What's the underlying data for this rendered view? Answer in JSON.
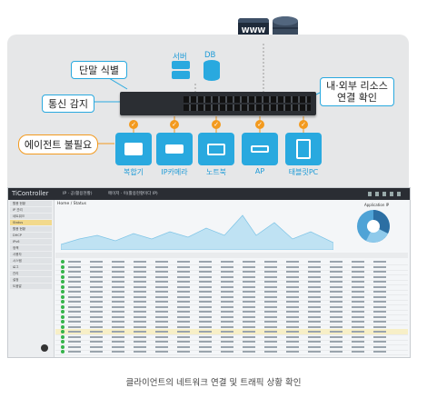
{
  "diagram": {
    "callouts": {
      "terminal_id": "단말 식별",
      "comm_detect": "통신 감지",
      "agent_free": "에이전트 불필요",
      "resource_check": "내·외부 리소스\n연결 확인"
    },
    "server_labels": {
      "server": "서버",
      "db": "DB"
    },
    "top_icons": {
      "www": "WWW"
    },
    "devices": [
      {
        "label": "복합기"
      },
      {
        "label": "IP카메라"
      },
      {
        "label": "노트북"
      },
      {
        "label": "AP"
      },
      {
        "label": "태블릿PC"
      }
    ]
  },
  "screenshot": {
    "brand": "TiController",
    "nav1": "IP · 공(활용현황)",
    "nav2": "메이저 · 이(활용현황이다 IP)",
    "breadcrumb": "Home / Status",
    "chart_label": "Application IP",
    "sidebar_items": [
      "활용 현황",
      "IP 관리",
      "네트워크",
      "Status",
      "활용 현황",
      "DHCP",
      "IPv6",
      "정책",
      "사용자",
      "시스템",
      "로그",
      "관리",
      "설정",
      "도움말"
    ],
    "highlight_row": 14,
    "row_count": 19
  },
  "caption": "클라이언트의 네트워크 연결 및 트래픽 상황 확인"
}
